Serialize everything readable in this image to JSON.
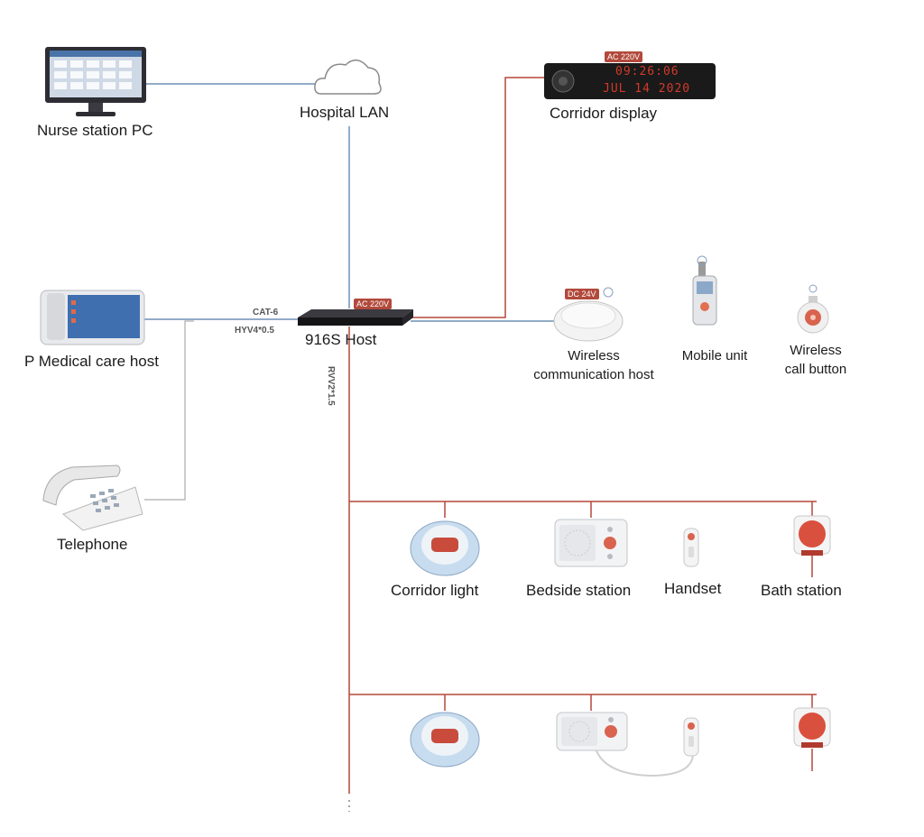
{
  "nodes": {
    "nurse_pc": "Nurse station PC",
    "hospital_lan": "Hospital LAN",
    "corridor_display": "Corridor display",
    "medical_host": "P Medical care host",
    "host_916s": "916S Host",
    "wireless_host_line1": "Wireless",
    "wireless_host_line2": "communication host",
    "mobile_unit": "Mobile unit",
    "wireless_button_line1": "Wireless",
    "wireless_button_line2": "call button",
    "telephone": "Telephone",
    "corridor_light": "Corridor light",
    "bedside_station": "Bedside station",
    "handset": "Handset",
    "bath_station": "Bath station"
  },
  "cables": {
    "cat6": "CAT-6",
    "hyv": "HYV4*0.5",
    "rvv": "RVV2*1.5"
  },
  "power": {
    "host": "AC 220V",
    "display": "AC 220V",
    "wireless": "DC 24V"
  },
  "display_screen": {
    "time": "09:26:06",
    "date": "JUL 14 2020"
  },
  "colors": {
    "network": "#6f8fb5",
    "bus": "#b5473a",
    "phone": "#b8b8b8"
  }
}
